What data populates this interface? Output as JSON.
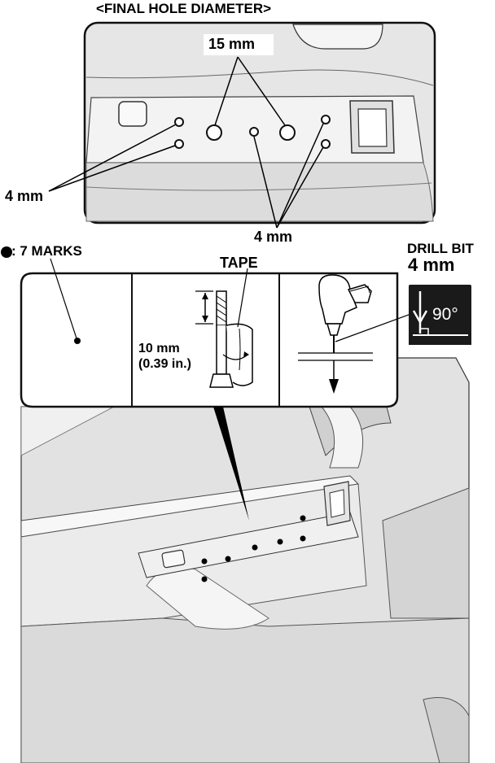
{
  "diagram": {
    "final_title": "<FINAL HOLE DIAMETER>",
    "hole_15mm_label": "15 mm",
    "hole_4mm_left_label": "4 mm",
    "hole_4mm_right_label": "4 mm",
    "marks_label": ": 7 MARKS",
    "tape_label": "TAPE",
    "drill_bit_label": "DRILL BIT",
    "drill_bit_size": "4 mm",
    "tape_length_mm": "10 mm",
    "tape_length_in": "(0.39 in.)",
    "drill_angle": "90°"
  }
}
